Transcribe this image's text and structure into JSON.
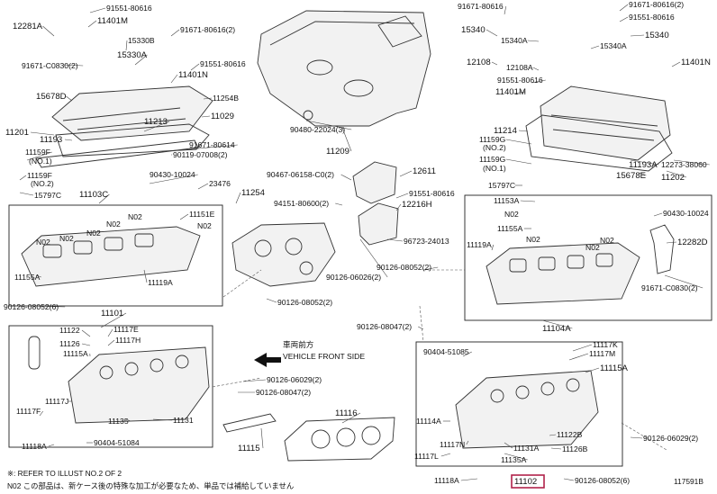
{
  "labels": [
    {
      "id": "l1",
      "text": "12281A"
    },
    {
      "id": "l2",
      "text": "91551-80616"
    },
    {
      "id": "l3",
      "text": "11401M"
    },
    {
      "id": "l4",
      "text": "91671-80616(2)"
    },
    {
      "id": "l5",
      "text": "15330B"
    },
    {
      "id": "l6",
      "text": "91671-C0830(2)"
    },
    {
      "id": "l7",
      "text": "15330A"
    },
    {
      "id": "l8",
      "text": "91551-80616"
    },
    {
      "id": "l9",
      "text": "11401N"
    },
    {
      "id": "l10",
      "text": "15678D"
    },
    {
      "id": "l11",
      "text": "11254B"
    },
    {
      "id": "l12",
      "text": "11029"
    },
    {
      "id": "l13",
      "text": "11201"
    },
    {
      "id": "l14",
      "text": "11213"
    },
    {
      "id": "l15",
      "text": "11193"
    },
    {
      "id": "l16",
      "text": "91671-80614"
    },
    {
      "id": "l17",
      "text": "90119-07008(2)"
    },
    {
      "id": "l18",
      "text": "11159F"
    },
    {
      "id": "l19",
      "text": "(NO.1)"
    },
    {
      "id": "l20",
      "text": "11159F"
    },
    {
      "id": "l21",
      "text": "(NO.2)"
    },
    {
      "id": "l22",
      "text": "15797C"
    },
    {
      "id": "l23",
      "text": "90430-10024"
    },
    {
      "id": "l24",
      "text": "23476"
    },
    {
      "id": "l25",
      "text": "11103C"
    },
    {
      "id": "l26",
      "text": "11151E"
    },
    {
      "id": "l27",
      "text": "N02"
    },
    {
      "id": "l28",
      "text": "N02"
    },
    {
      "id": "l29",
      "text": "N02"
    },
    {
      "id": "l30",
      "text": "N02"
    },
    {
      "id": "l31",
      "text": "N02"
    },
    {
      "id": "l32",
      "text": "N02"
    },
    {
      "id": "l33",
      "text": "11155A"
    },
    {
      "id": "l34",
      "text": "11119A"
    },
    {
      "id": "l35",
      "text": "90126-08052(6)"
    },
    {
      "id": "l36",
      "text": "11254"
    },
    {
      "id": "l37",
      "text": "90480-22024(3)"
    },
    {
      "id": "l38",
      "text": "11209"
    },
    {
      "id": "l39",
      "text": "90467-06158-C0(2)"
    },
    {
      "id": "l40",
      "text": "12611"
    },
    {
      "id": "l41",
      "text": "94151-80600(2)"
    },
    {
      "id": "l42",
      "text": "91551-80616"
    },
    {
      "id": "l43",
      "text": "12216H"
    },
    {
      "id": "l44",
      "text": "96723-24013"
    },
    {
      "id": "l45",
      "text": "90126-06026(2)"
    },
    {
      "id": "l46",
      "text": "90126-08052(2)"
    },
    {
      "id": "l47",
      "text": "90126-08052(2)"
    },
    {
      "id": "l48",
      "text": "11101"
    },
    {
      "id": "l49",
      "text": "11122"
    },
    {
      "id": "l50",
      "text": "11117E"
    },
    {
      "id": "l51",
      "text": "11126"
    },
    {
      "id": "l52",
      "text": "11117H"
    },
    {
      "id": "l53",
      "text": "11115A"
    },
    {
      "id": "l54",
      "text": "車両前方"
    },
    {
      "id": "l55",
      "text": "VEHICLE FRONT SIDE"
    },
    {
      "id": "l56",
      "text": "90126-06029(2)"
    },
    {
      "id": "l57",
      "text": "90126-08047(2)"
    },
    {
      "id": "l58",
      "text": "11117J"
    },
    {
      "id": "l59",
      "text": "11117F"
    },
    {
      "id": "l60",
      "text": "11135"
    },
    {
      "id": "l61",
      "text": "11131"
    },
    {
      "id": "l62",
      "text": "90404-51084"
    },
    {
      "id": "l63",
      "text": "11118A"
    },
    {
      "id": "l64",
      "text": "11115"
    },
    {
      "id": "l65",
      "text": "11116"
    },
    {
      "id": "l66",
      "text": "91671-80616"
    },
    {
      "id": "l67",
      "text": "91671-80616(2)"
    },
    {
      "id": "l68",
      "text": "15340"
    },
    {
      "id": "l69",
      "text": "15340A"
    },
    {
      "id": "l70",
      "text": "91551-80616"
    },
    {
      "id": "l71",
      "text": "15340"
    },
    {
      "id": "l72",
      "text": "15340A"
    },
    {
      "id": "l73",
      "text": "12108"
    },
    {
      "id": "l74",
      "text": "12108A"
    },
    {
      "id": "l75",
      "text": "11401M"
    },
    {
      "id": "l76",
      "text": "91551-80616"
    },
    {
      "id": "l77",
      "text": "11401N"
    },
    {
      "id": "l78",
      "text": "11214"
    },
    {
      "id": "l79",
      "text": "11159G"
    },
    {
      "id": "l80",
      "text": "(NO.2)"
    },
    {
      "id": "l81",
      "text": "11159G"
    },
    {
      "id": "l82",
      "text": "(NO.1)"
    },
    {
      "id": "l83",
      "text": "11193A"
    },
    {
      "id": "l84",
      "text": "12273-38060"
    },
    {
      "id": "l85",
      "text": "15678E"
    },
    {
      "id": "l86",
      "text": "11202"
    },
    {
      "id": "l87",
      "text": "15797C"
    },
    {
      "id": "l88",
      "text": "11153A"
    },
    {
      "id": "l89",
      "text": "90430-10024"
    },
    {
      "id": "l90",
      "text": "N02"
    },
    {
      "id": "l91",
      "text": "11155A"
    },
    {
      "id": "l92",
      "text": "N02"
    },
    {
      "id": "l93",
      "text": "12282D"
    },
    {
      "id": "l94",
      "text": "11119A"
    },
    {
      "id": "l95",
      "text": "N02"
    },
    {
      "id": "l96",
      "text": "N02"
    },
    {
      "id": "l97",
      "text": "91671-C0830(2)"
    },
    {
      "id": "l98",
      "text": "11104A"
    },
    {
      "id": "l99",
      "text": "90126-08047(2)"
    },
    {
      "id": "l100",
      "text": "90404-51085"
    },
    {
      "id": "l101",
      "text": "11117K"
    },
    {
      "id": "l102",
      "text": "11117M"
    },
    {
      "id": "l103",
      "text": "11115A"
    },
    {
      "id": "l104",
      "text": "11114A"
    },
    {
      "id": "l105",
      "text": "11117L"
    },
    {
      "id": "l106",
      "text": "11117N"
    },
    {
      "id": "l107",
      "text": "11131A"
    },
    {
      "id": "l108",
      "text": "11135A"
    },
    {
      "id": "l109",
      "text": "11122B"
    },
    {
      "id": "l110",
      "text": "11126B"
    },
    {
      "id": "l111",
      "text": "90126-06029(2)"
    },
    {
      "id": "l112",
      "text": "11118A"
    },
    {
      "id": "l113",
      "text": "11102"
    },
    {
      "id": "l114",
      "text": "90126-08052(6)"
    }
  ],
  "footnote_1": "※: REFER TO ILLUST NO.2 OF 2",
  "footnote_2": "N02 この部品は、新ケース後の特殊な加工が必要なため、単品では補給していません",
  "catalog_code": "117591B",
  "highlight_color": "#b0224a"
}
